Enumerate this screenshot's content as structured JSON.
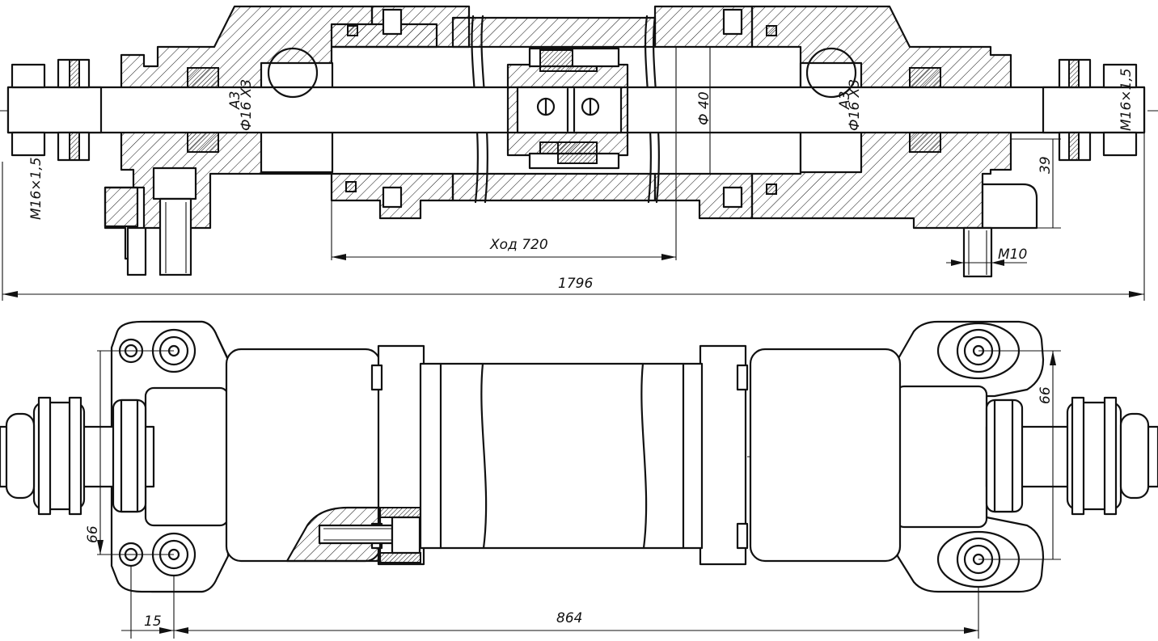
{
  "labels": {
    "thread_left": "M16×1,5",
    "thread_right": "M16×1,5",
    "fit_left_top": "A3",
    "fit_left_bottom": "Ф16 X3",
    "fit_right_top": "A3",
    "fit_right_bottom": "Ф16 X3",
    "dia_cylinder": "Ф 40",
    "stroke": "Ход 720",
    "overall_length": "1796",
    "height_39": "39",
    "thread_m10": "M10",
    "spacing_66_right": "66",
    "spacing_66_left": "66",
    "offset_15": "15",
    "mount_span": "864"
  }
}
